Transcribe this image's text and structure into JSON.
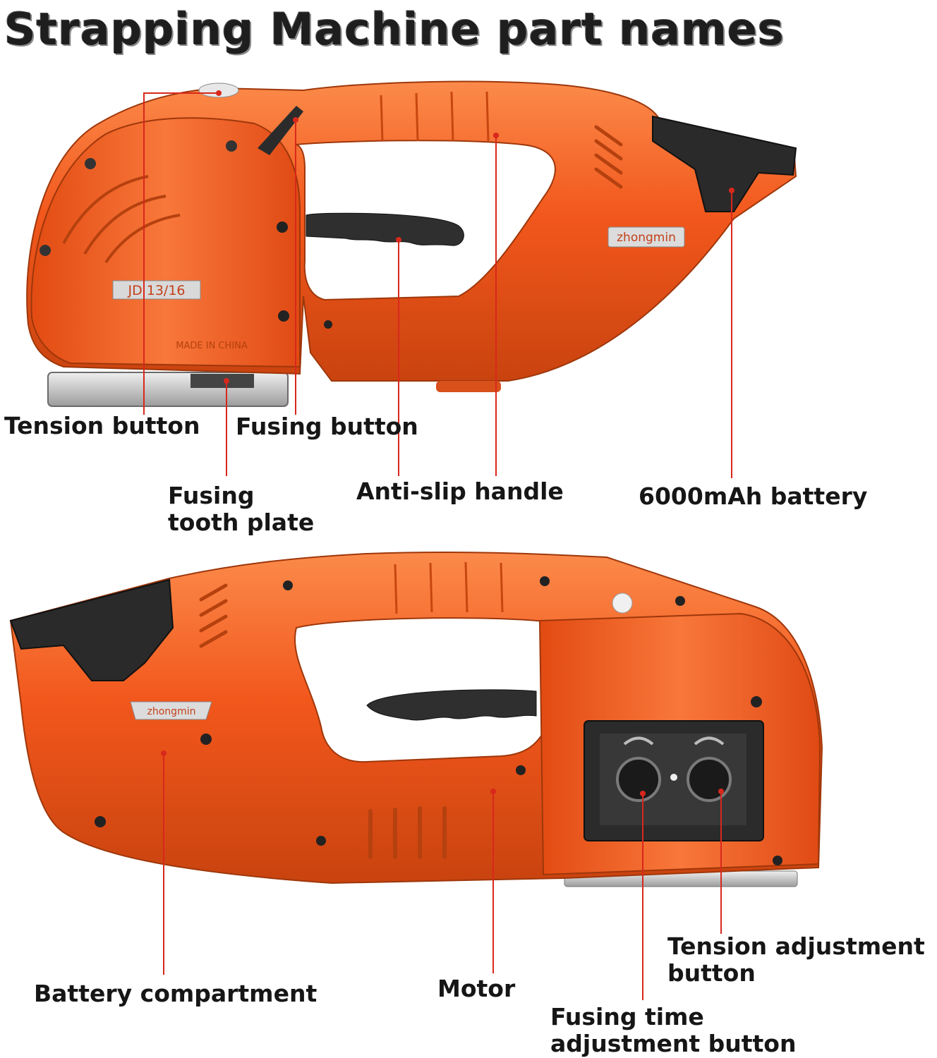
{
  "title": "Strapping Machine part names",
  "colors": {
    "body": "#f2571c",
    "body_light": "#f87a3d",
    "body_dark": "#b83c0e",
    "rubber": "#2b2b2b",
    "metal": "#c9c9c9",
    "leader": "#d8281c",
    "text": "#161616"
  },
  "top_view": {
    "model_badge": "JD 13/16",
    "brand_badge": "zhongmin",
    "made_in": "MADE IN CHINA",
    "labels": {
      "tension_button": "Tension button",
      "fusing_button": "Fusing button",
      "fusing_tooth_plate": "Fusing\ntooth plate",
      "anti_slip_handle": "Anti-slip handle",
      "battery": "6000mAh battery"
    }
  },
  "bottom_view": {
    "brand_badge": "zhongmin",
    "labels": {
      "battery_compartment": "Battery compartment",
      "motor": "Motor",
      "tension_adjustment_button": "Tension adjustment\nbutton",
      "fusing_time_adjustment_button": "Fusing time\nadjustment button"
    }
  }
}
